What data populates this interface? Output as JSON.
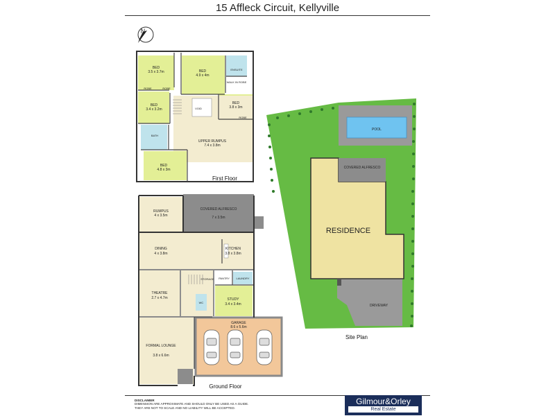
{
  "title": "15 Affleck Circuit, Kellyville",
  "north": "N",
  "first_floor": {
    "caption": "First Floor",
    "rooms": [
      {
        "name": "BED",
        "dims": "3.5 x 3.7m"
      },
      {
        "name": "BED",
        "dims": "4.9 x 4m"
      },
      {
        "name": "ENSUITE"
      },
      {
        "name": "WALK IN ROBE"
      },
      {
        "name": "BED",
        "dims": "3.4 x 3.2m"
      },
      {
        "name": "BED",
        "dims": "3.8 x 3m"
      },
      {
        "name": "BATH"
      },
      {
        "name": "UPPER RUMPUS",
        "dims": "7.4 x 3.8m"
      },
      {
        "name": "BED",
        "dims": "4.8 x 3m"
      },
      {
        "name": "VOID"
      },
      {
        "name": "ROBE"
      },
      {
        "name": "ROBE"
      },
      {
        "name": "ROBE"
      }
    ]
  },
  "ground_floor": {
    "caption": "Ground Floor",
    "rooms": [
      {
        "name": "RUMPUS",
        "dims": "4 x 3.5m"
      },
      {
        "name": "COVERED ALFRESCO",
        "dims": "7 x 3.5m"
      },
      {
        "name": "DINING",
        "dims": "4 x 3.8m"
      },
      {
        "name": "KITCHEN",
        "dims": "3.8 x 3.8m"
      },
      {
        "name": "THEATRE",
        "dims": "2.7 x 4.7m"
      },
      {
        "name": "STORAGE"
      },
      {
        "name": "LAUNDRY"
      },
      {
        "name": "STUDY",
        "dims": "3.4 x 3.4m"
      },
      {
        "name": "GARAGE",
        "dims": "8.6 x 5.6m"
      },
      {
        "name": "FORMAL LOUNGE",
        "dims": "3.8 x 6.6m"
      },
      {
        "name": "WC"
      },
      {
        "name": "PANTRY"
      }
    ]
  },
  "site_plan": {
    "caption": "Site Plan",
    "pool": "POOL",
    "covered_alfresco": "COVERED ALFRESCO",
    "residence": "RESIDENCE",
    "driveway": "DRIVEWAY"
  },
  "disclaimer": {
    "heading": "DISCLAIMER",
    "line1": "DIMENSION ARE APPROXIMATE AND SHOULD ONLY BE USED AS A GUIDE.",
    "line2": "THEY ARE NOT TO SCALE AND NO LIABILITY WILL BE ACCEPTED."
  },
  "agency": {
    "name": "Gilmour&Orley",
    "sub": "Real Estate"
  },
  "colors": {
    "bedroom": "#e3ef96",
    "living": "#f3ecd0",
    "wet": "#bfe3ec",
    "alfresco": "#8c8c8c",
    "garage": "#f2c79a",
    "pool": "#6fc3f0",
    "grass": "#66bb44",
    "residence": "#efe3a2",
    "driveway": "#9a9a9a",
    "brand": "#1b2e5a"
  }
}
